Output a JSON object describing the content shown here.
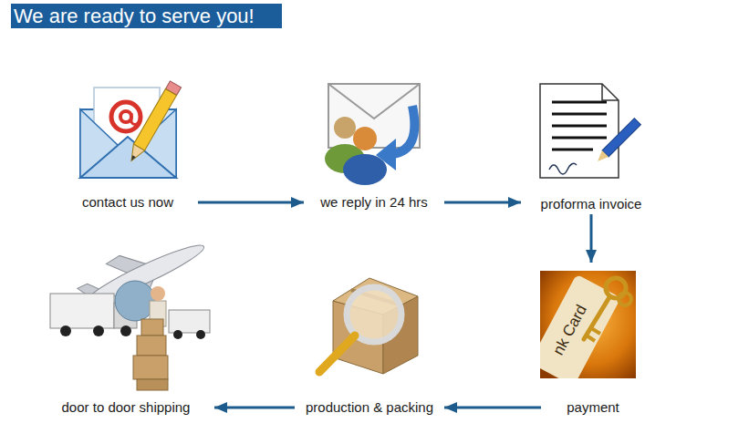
{
  "diagram": {
    "title": "We are ready to serve you!",
    "nodes": [
      {
        "text": [
          "contact us now"
        ]
      },
      {
        "text": [
          "we reply in 24 hrs"
        ]
      },
      {
        "text": [
          "proforma invoice"
        ]
      },
      {
        "text": [
          "payment"
        ]
      },
      {
        "text": [
          "production & packing"
        ]
      },
      {
        "text": [
          "door to door shipping"
        ]
      }
    ],
    "edges": [
      {
        "from": 0,
        "to": 1,
        "arrow": "to"
      },
      {
        "from": 1,
        "to": 2,
        "arrow": "to"
      },
      {
        "from": 2,
        "to": 3,
        "arrow": "to"
      },
      {
        "from": 3,
        "to": 4,
        "arrow": "to"
      },
      {
        "from": 4,
        "to": 5,
        "arrow": "to"
      }
    ],
    "labels": [
      "nk Card"
    ]
  }
}
